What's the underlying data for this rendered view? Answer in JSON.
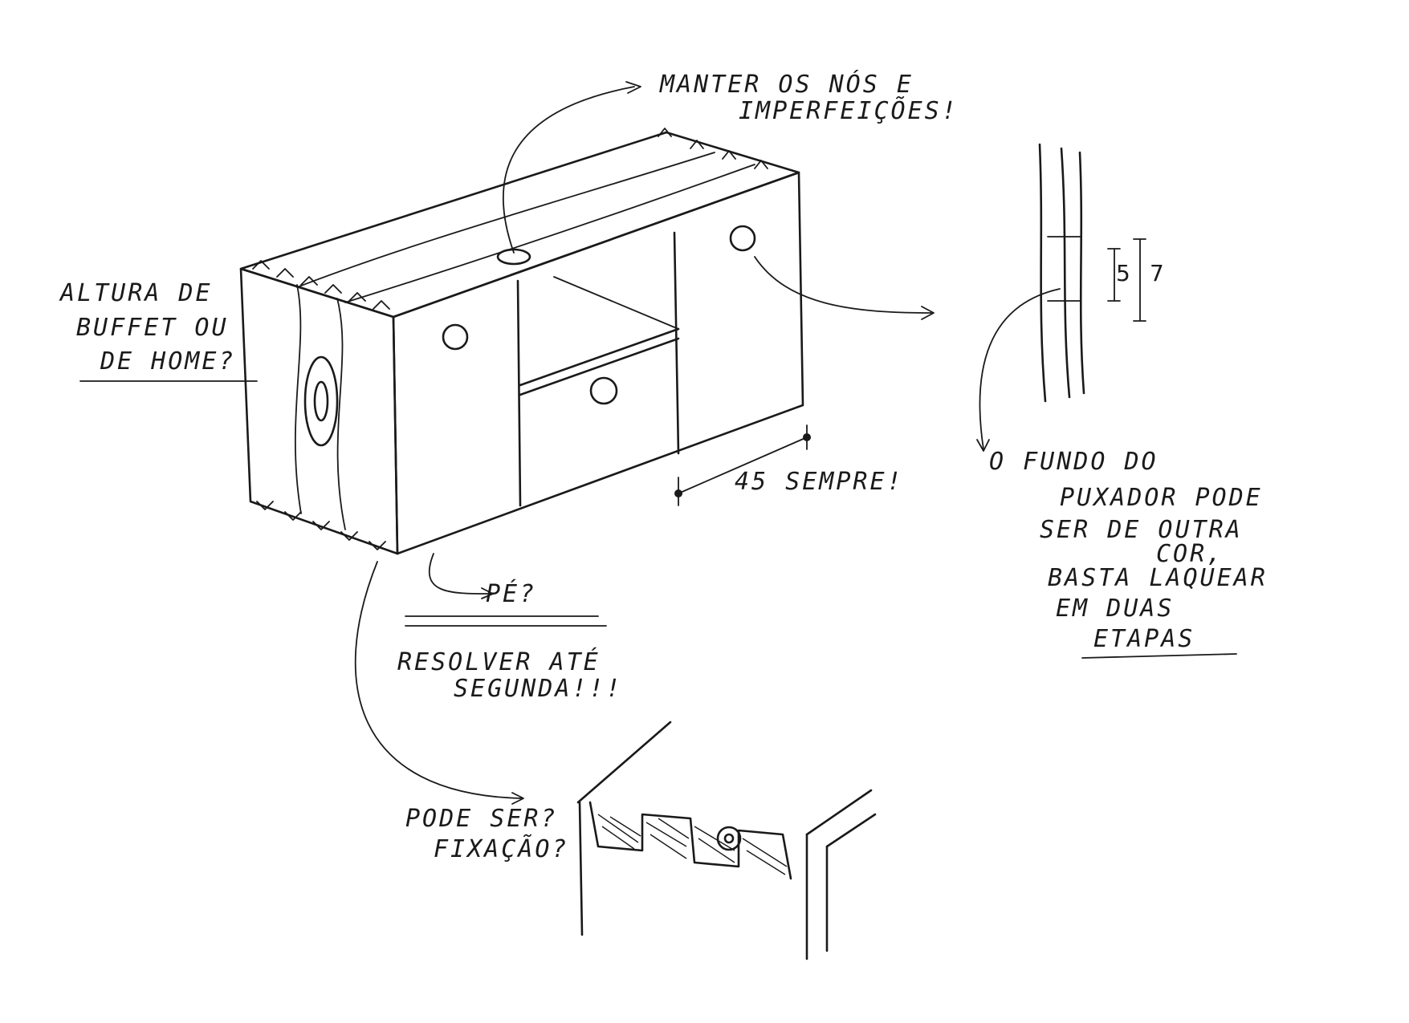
{
  "notes": {
    "knots": [
      "MANTER OS NÓS E",
      "IMPERFEIÇÕES!"
    ],
    "height": [
      "ALTURA DE",
      "BUFFET OU",
      "DE HOME?"
    ],
    "depth": "45 SEMPRE!",
    "foot": "PÉ?",
    "resolve": [
      "RESOLVER ATÉ",
      "SEGUNDA!!!"
    ],
    "joinery": [
      "PODE SER?",
      "FIXAÇÃO?"
    ],
    "handle_back": [
      "O FUNDO DO",
      "PUXADOR PODE",
      "SER DE OUTRA",
      "COR,",
      "BASTA LAQUEAR",
      "EM DUAS",
      "ETAPAS"
    ]
  },
  "dimensions": {
    "inner": "5",
    "outer": "7"
  }
}
